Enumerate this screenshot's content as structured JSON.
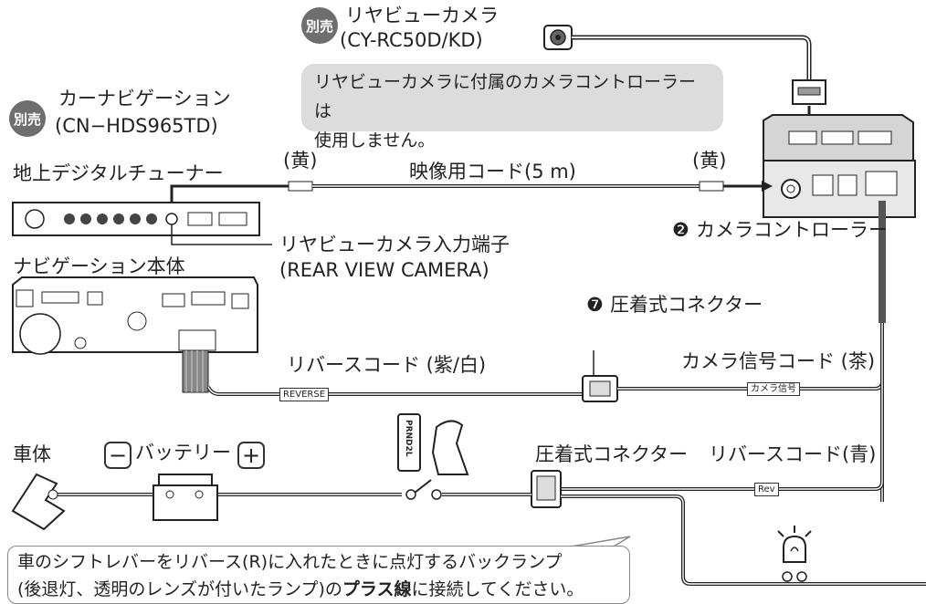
{
  "camera": {
    "badge": "別売",
    "title": "リヤビューカメラ",
    "model": "(CY-RC50D/KD)"
  },
  "note": {
    "line1": "リヤビューカメラに付属のカメラコントローラーは",
    "line2": "使用しません。"
  },
  "navi": {
    "badge": "別売",
    "title": "カーナビゲーション",
    "model": "(CN−HDS965TD)"
  },
  "tuner_label": "地上デジタルチューナー",
  "navi_unit_label": "ナビゲーション本体",
  "video_cord": {
    "left_color": "(黄)",
    "label": "映像用コード(5 m)",
    "right_color": "(黄)"
  },
  "rear_input": {
    "label": "リヤビューカメラ入力端子",
    "sub": "(REAR VIEW CAMERA)"
  },
  "controller": {
    "num": "❷",
    "label": "カメラコントローラー"
  },
  "crimp1": {
    "num": "❼",
    "label": "圧着式コネクター"
  },
  "reverse_cord": {
    "label": "リバースコード (紫/白)",
    "tag": "REVERSE"
  },
  "camera_signal": {
    "label": "カメラ信号コード (茶)",
    "tag": "カメラ信号"
  },
  "body_label": "車体",
  "battery": {
    "minus": "−",
    "label": "バッテリー",
    "plus": "+"
  },
  "shift": "PRND2L",
  "crimp2_label": "圧着式コネクター",
  "reverse_blue": {
    "label": "リバースコード(青)",
    "tag": "Rev"
  },
  "callout": {
    "line1": "車のシフトレバーをリバース(R)に入れたときに点灯するバックランプ",
    "line2_a": "(後退灯、透明のレンズが付いたランプ)の",
    "line2_b": "プラス線",
    "line2_c": "に接続してください。"
  }
}
